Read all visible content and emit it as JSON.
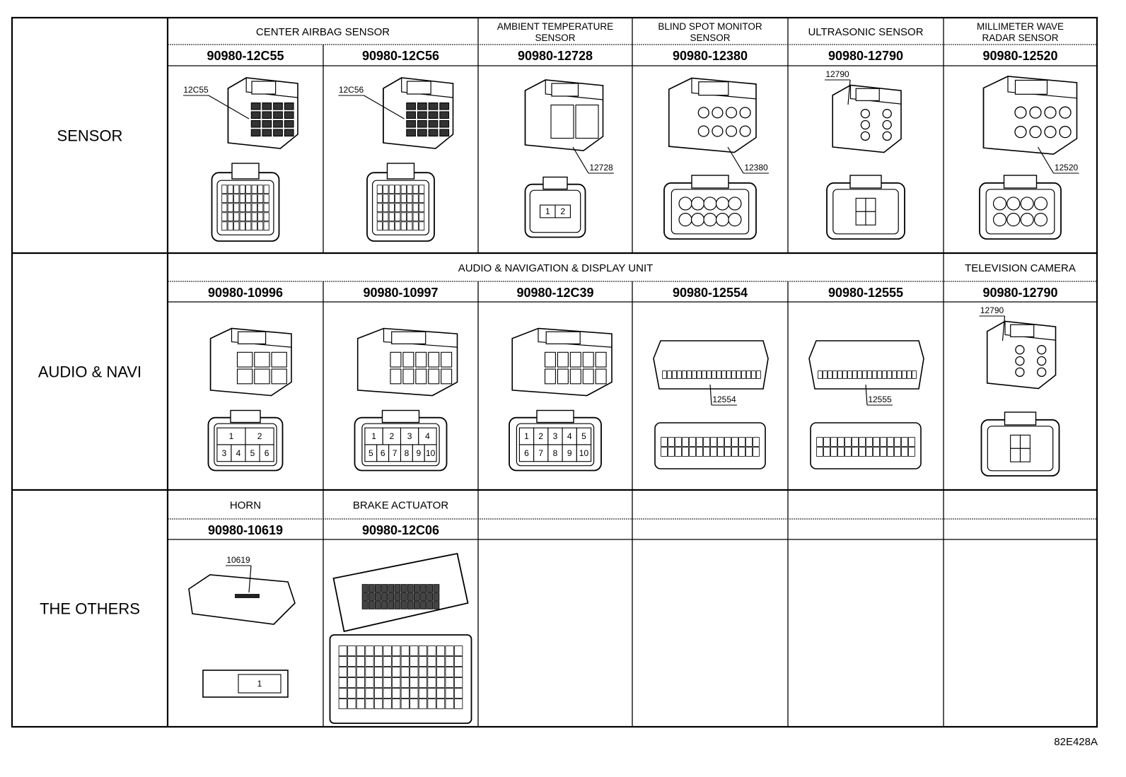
{
  "figure_code": "82E428A",
  "sections": [
    {
      "label": "SENSOR",
      "groups": [
        {
          "title": "CENTER AIRBAG SENSOR",
          "span": 2
        },
        {
          "title_lines": [
            "AMBIENT TEMPERATURE",
            "SENSOR"
          ],
          "span": 1
        },
        {
          "title_lines": [
            "BLIND SPOT MONITOR",
            "SENSOR"
          ],
          "span": 1
        },
        {
          "title": "ULTRASONIC SENSOR",
          "span": 1
        },
        {
          "title_lines": [
            "MILLIMETER WAVE",
            "RADAR SENSOR"
          ],
          "span": 1
        }
      ],
      "parts": [
        {
          "number": "90980-12C55",
          "callout": "12C55",
          "icon": "airbag-connector-icon"
        },
        {
          "number": "90980-12C56",
          "callout": "12C56",
          "icon": "airbag-connector-icon"
        },
        {
          "number": "90980-12728",
          "callout": "12728",
          "icon": "temperature-connector-icon"
        },
        {
          "number": "90980-12380",
          "callout": "12380",
          "icon": "bsm-connector-icon"
        },
        {
          "number": "90980-12790",
          "callout": "12790",
          "icon": "ultrasonic-connector-icon"
        },
        {
          "number": "90980-12520",
          "callout": "12520",
          "icon": "radar-connector-icon"
        }
      ]
    },
    {
      "label": "AUDIO & NAVI",
      "groups": [
        {
          "title": "AUDIO & NAVIGATION & DISPLAY UNIT",
          "span": 5
        },
        {
          "title": "TELEVISION CAMERA",
          "span": 1
        }
      ],
      "parts": [
        {
          "number": "90980-10996",
          "callout": "",
          "icon": "audio-connector-icon",
          "pins_top": [
            "1",
            "2"
          ],
          "pins_bottom": [
            "3",
            "4",
            "5",
            "6"
          ]
        },
        {
          "number": "90980-10997",
          "callout": "",
          "icon": "audio-connector-icon",
          "pins_top": [
            "1",
            "2",
            "3",
            "4"
          ],
          "pins_bottom": [
            "5",
            "6",
            "7",
            "8",
            "9",
            "10"
          ]
        },
        {
          "number": "90980-12C39",
          "callout": "",
          "icon": "display-connector-icon",
          "pins_top": [
            "1",
            "2",
            "3",
            "4",
            "5"
          ],
          "pins_bottom": [
            "6",
            "7",
            "8",
            "9",
            "10"
          ]
        },
        {
          "number": "90980-12554",
          "callout": "12554",
          "icon": "wide-connector-icon"
        },
        {
          "number": "90980-12555",
          "callout": "12555",
          "icon": "wide-connector-icon"
        },
        {
          "number": "90980-12790",
          "callout": "12790",
          "icon": "camera-connector-icon"
        }
      ]
    },
    {
      "label": "THE OTHERS",
      "groups": [
        {
          "title": "HORN",
          "span": 1
        },
        {
          "title": "BRAKE ACTUATOR",
          "span": 1
        },
        {
          "title": "",
          "span": 1
        },
        {
          "title": "",
          "span": 1
        },
        {
          "title": "",
          "span": 1
        },
        {
          "title": "",
          "span": 1
        }
      ],
      "parts": [
        {
          "number": "90980-10619",
          "callout": "10619",
          "icon": "horn-connector-icon",
          "pins_top": [
            "1"
          ]
        },
        {
          "number": "90980-12C06",
          "callout": "",
          "icon": "brake-actuator-connector-icon"
        },
        {
          "number": "",
          "callout": "",
          "icon": ""
        },
        {
          "number": "",
          "callout": "",
          "icon": ""
        },
        {
          "number": "",
          "callout": "",
          "icon": ""
        },
        {
          "number": "",
          "callout": "",
          "icon": ""
        }
      ]
    }
  ]
}
